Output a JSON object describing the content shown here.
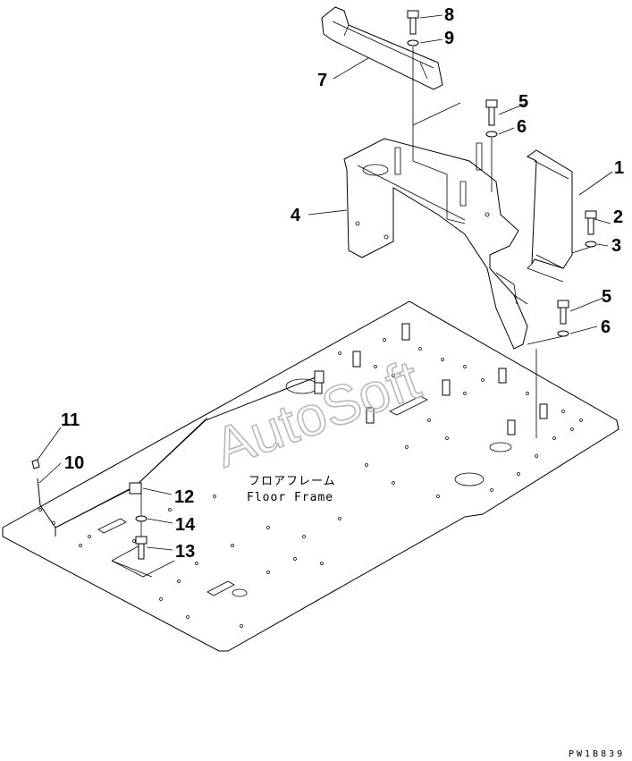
{
  "diagram": {
    "watermark": "AutoSoft",
    "floor_label_jp": "フロアフレーム",
    "floor_label_en": "Floor Frame",
    "drawing_code": "PW1B839",
    "callouts": [
      "1",
      "2",
      "3",
      "4",
      "5",
      "6",
      "5",
      "6",
      "7",
      "8",
      "9",
      "10",
      "11",
      "12",
      "13",
      "14"
    ]
  }
}
